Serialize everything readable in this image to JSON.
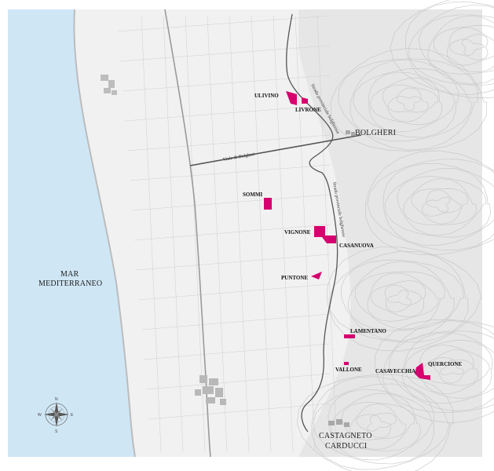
{
  "colors": {
    "sea": "#cfe6f5",
    "land": "#efefef",
    "vineyard": "#d6006e",
    "road": "#555555",
    "contour": "#bdbdbd"
  },
  "places": {
    "bolgheri": "BOLGHERI",
    "sea_line1": "MAR",
    "sea_line2": "MEDITERRANEO",
    "castagneto_line1": "CASTAGNETO",
    "castagneto_line2": "CARDUCCI"
  },
  "roads": {
    "viale": "Viale di Bolgheri",
    "provinciale_north": "Strada provinciale bolgherese",
    "provinciale_south": "Strada provinciale bolgherese"
  },
  "vineyards": {
    "ulivino": "ULIVINO",
    "livrone": "LIVRONE",
    "sommi": "SOMMI",
    "vignone": "VIGNONE",
    "casanuova": "CASANUOVA",
    "puntone": "PUNTONE",
    "lamentano": "LAMENTANO",
    "vallone": "VALLONE",
    "casavecchia": "CASAVECCHIA",
    "quercione": "QUERCIONE"
  },
  "compass": {
    "n": "N",
    "s": "S",
    "e": "E",
    "w": "W",
    "icon": "compass-rose-icon"
  }
}
